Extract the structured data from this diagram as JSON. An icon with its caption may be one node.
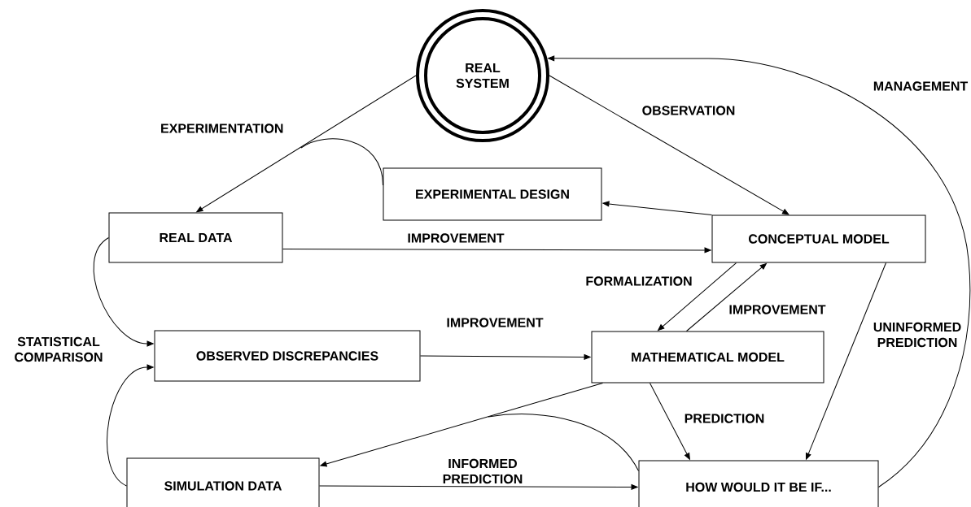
{
  "diagram": {
    "nodes": [
      {
        "text": [
          "REAL SYSTEM"
        ]
      },
      {
        "text": [
          "EXPERIMENTAL DESIGN"
        ]
      },
      {
        "text": [
          "REAL DATA"
        ]
      },
      {
        "text": [
          "CONCEPTUAL MODEL"
        ]
      },
      {
        "text": [
          "OBSERVED DISCREPANCIES"
        ]
      },
      {
        "text": [
          "MATHEMATICAL MODEL"
        ]
      },
      {
        "text": [
          "SIMULATION DATA"
        ]
      },
      {
        "text": [
          "HOW WOULD IT BE IF..."
        ]
      }
    ],
    "edges": [
      {
        "from": 0,
        "to": 2,
        "arrow": "to",
        "label": "EXPERIMENTATION"
      },
      {
        "from": 0,
        "to": 3,
        "arrow": "to",
        "label": "OBSERVATION"
      },
      {
        "from": 3,
        "to": 1,
        "arrow": "to"
      },
      {
        "from": 1,
        "to": null,
        "arrow": "none"
      },
      {
        "from": 2,
        "to": 3,
        "arrow": "to",
        "label": "IMPROVEMENT"
      },
      {
        "from": 2,
        "to": 4,
        "arrow": "to"
      },
      {
        "from": 6,
        "to": 4,
        "arrow": "to"
      },
      {
        "from": 3,
        "to": 5,
        "arrow": "to",
        "label": "FORMALIZATION"
      },
      {
        "from": 5,
        "to": 3,
        "arrow": "to",
        "label": "IMPROVEMENT"
      },
      {
        "from": 4,
        "to": 5,
        "arrow": "to",
        "label": "IMPROVEMENT"
      },
      {
        "from": 3,
        "to": 7,
        "arrow": "to",
        "label": "UNINFORMED PREDICTION"
      },
      {
        "from": 5,
        "to": 6,
        "arrow": "to"
      },
      {
        "from": 5,
        "to": 7,
        "arrow": "to",
        "label": "PREDICTION"
      },
      {
        "from": 6,
        "to": 7,
        "arrow": "to",
        "label": "INFORMED PREDICTION"
      },
      {
        "from": 7,
        "to": 0,
        "arrow": "to",
        "label": "MANAGEMENT"
      },
      {
        "from": 7,
        "to": null,
        "arrow": "none"
      }
    ],
    "labels": [
      "STATISTICAL COMPARISON"
    ]
  }
}
